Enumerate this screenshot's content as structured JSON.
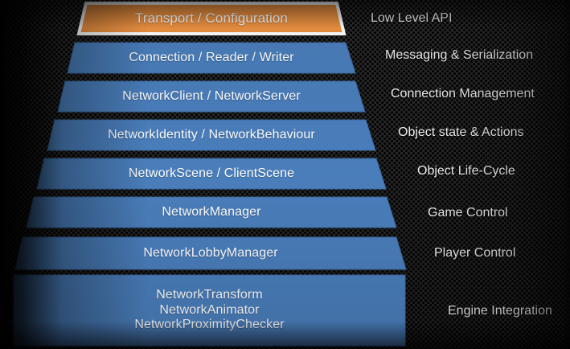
{
  "diagram": {
    "title": "Unity UNET High Level / Low Level API layer stack",
    "colors": {
      "highlight_band": "#ED9241",
      "highlight_border": "#FFFFFF",
      "band": "#4A7EBB",
      "band_edge": "#3D6BA3",
      "background": "#1F1F1F",
      "text": "#FFFFFF",
      "side_label_text": "#F2F2F2"
    },
    "layers": [
      {
        "id": "transport-configuration",
        "band_text": "Transport / Configuration",
        "side_label": "Low Level API",
        "color": "#ED9241",
        "highlighted": true,
        "font_size": 17
      },
      {
        "id": "connection-reader-writer",
        "band_text": "Connection / Reader / Writer",
        "side_label": "Messaging & Serialization",
        "color": "#4A7EBB",
        "highlighted": false,
        "font_size": 16
      },
      {
        "id": "networkclient-networkserver",
        "band_text": "NetworkClient / NetworkServer",
        "side_label": "Connection Management",
        "color": "#4A7EBB",
        "highlighted": false,
        "font_size": 16
      },
      {
        "id": "networkidentity-networkbehaviour",
        "band_text": "NetworkIdentity / NetworkBehaviour",
        "side_label": "Object state & Actions",
        "color": "#4A7EBB",
        "highlighted": false,
        "font_size": 16
      },
      {
        "id": "networkscene-clientscene",
        "band_text": "NetworkScene / ClientScene",
        "side_label": "Object Life-Cycle",
        "color": "#4A7EBB",
        "highlighted": false,
        "font_size": 16
      },
      {
        "id": "networkmanager",
        "band_text": "NetworkManager",
        "side_label": "Game Control",
        "color": "#4A7EBB",
        "highlighted": false,
        "font_size": 16
      },
      {
        "id": "networklobbymanager",
        "band_text": "NetworkLobbyManager",
        "side_label": "Player Control",
        "color": "#4A7EBB",
        "highlighted": false,
        "font_size": 16
      },
      {
        "id": "engine-integration-components",
        "band_text": "NetworkTransform\nNetworkAnimator\nNetworkProximityChecker",
        "side_label": "Engine Integration",
        "color": "#4A7EBB",
        "highlighted": false,
        "font_size": 16
      }
    ]
  }
}
